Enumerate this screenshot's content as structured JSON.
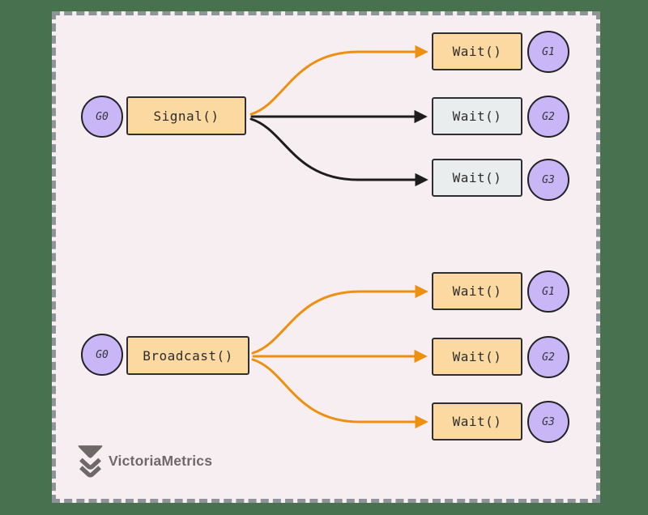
{
  "diagram": {
    "description_colors": {
      "outer_background": "#487150",
      "card_background": "#f7eef2",
      "card_border": "#8e949a",
      "node_border": "#2f2f33",
      "orange_fill": "#fcd9a0",
      "gray_fill": "#e9eded",
      "purple_fill": "#c9b6f7",
      "arrow_orange": "#ee8f10",
      "arrow_black": "#1d1d1d",
      "logo_gray": "#6e6868"
    },
    "sections": [
      {
        "name": "signal",
        "caller": {
          "label": "G0"
        },
        "method": {
          "label": "Signal()"
        },
        "waiters": [
          {
            "label": "Wait()",
            "goroutine": "G1",
            "woken": true,
            "arrow_color": "#ee8f10"
          },
          {
            "label": "Wait()",
            "goroutine": "G2",
            "woken": false,
            "arrow_color": "#1d1d1d"
          },
          {
            "label": "Wait()",
            "goroutine": "G3",
            "woken": false,
            "arrow_color": "#1d1d1d"
          }
        ]
      },
      {
        "name": "broadcast",
        "caller": {
          "label": "G0"
        },
        "method": {
          "label": "Broadcast()"
        },
        "waiters": [
          {
            "label": "Wait()",
            "goroutine": "G1",
            "woken": true,
            "arrow_color": "#ee8f10"
          },
          {
            "label": "Wait()",
            "goroutine": "G2",
            "woken": true,
            "arrow_color": "#ee8f10"
          },
          {
            "label": "Wait()",
            "goroutine": "G3",
            "woken": true,
            "arrow_color": "#ee8f10"
          }
        ]
      }
    ],
    "footer": {
      "brand": "VictoriaMetrics"
    }
  }
}
